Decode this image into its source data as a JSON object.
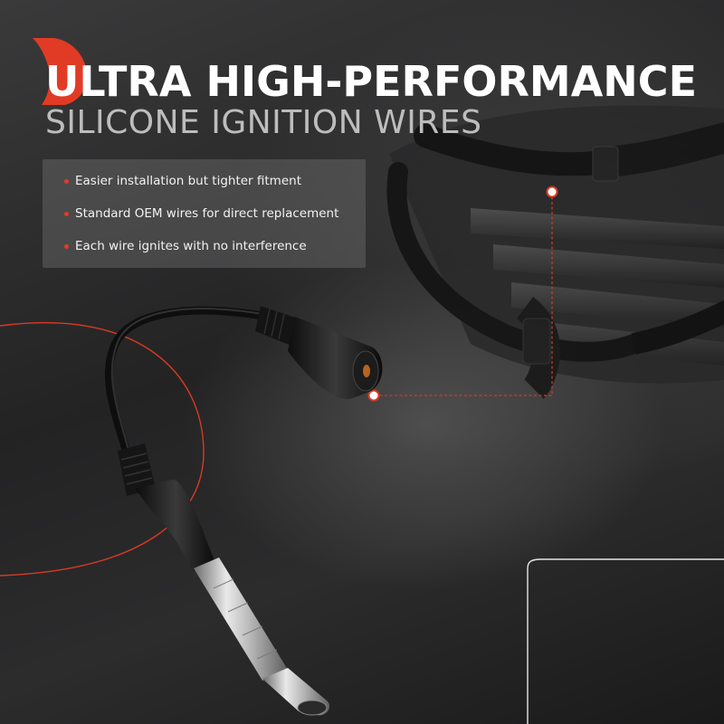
{
  "header": {
    "title": "ULTRA HIGH-PERFORMANCE",
    "subtitle": "SILICONE IGNITION WIRES"
  },
  "features": [
    "Easier installation but tighter fitment",
    "Standard OEM wires for direct replacement",
    "Each wire ignites with no interference"
  ],
  "colors": {
    "accent": "#e23b25",
    "title_text": "#ffffff",
    "subtitle_text": "#bdbdbd",
    "panel": "#5a5a5c"
  },
  "icons": [
    "callout-dot-icon",
    "bullet-dot-icon"
  ]
}
